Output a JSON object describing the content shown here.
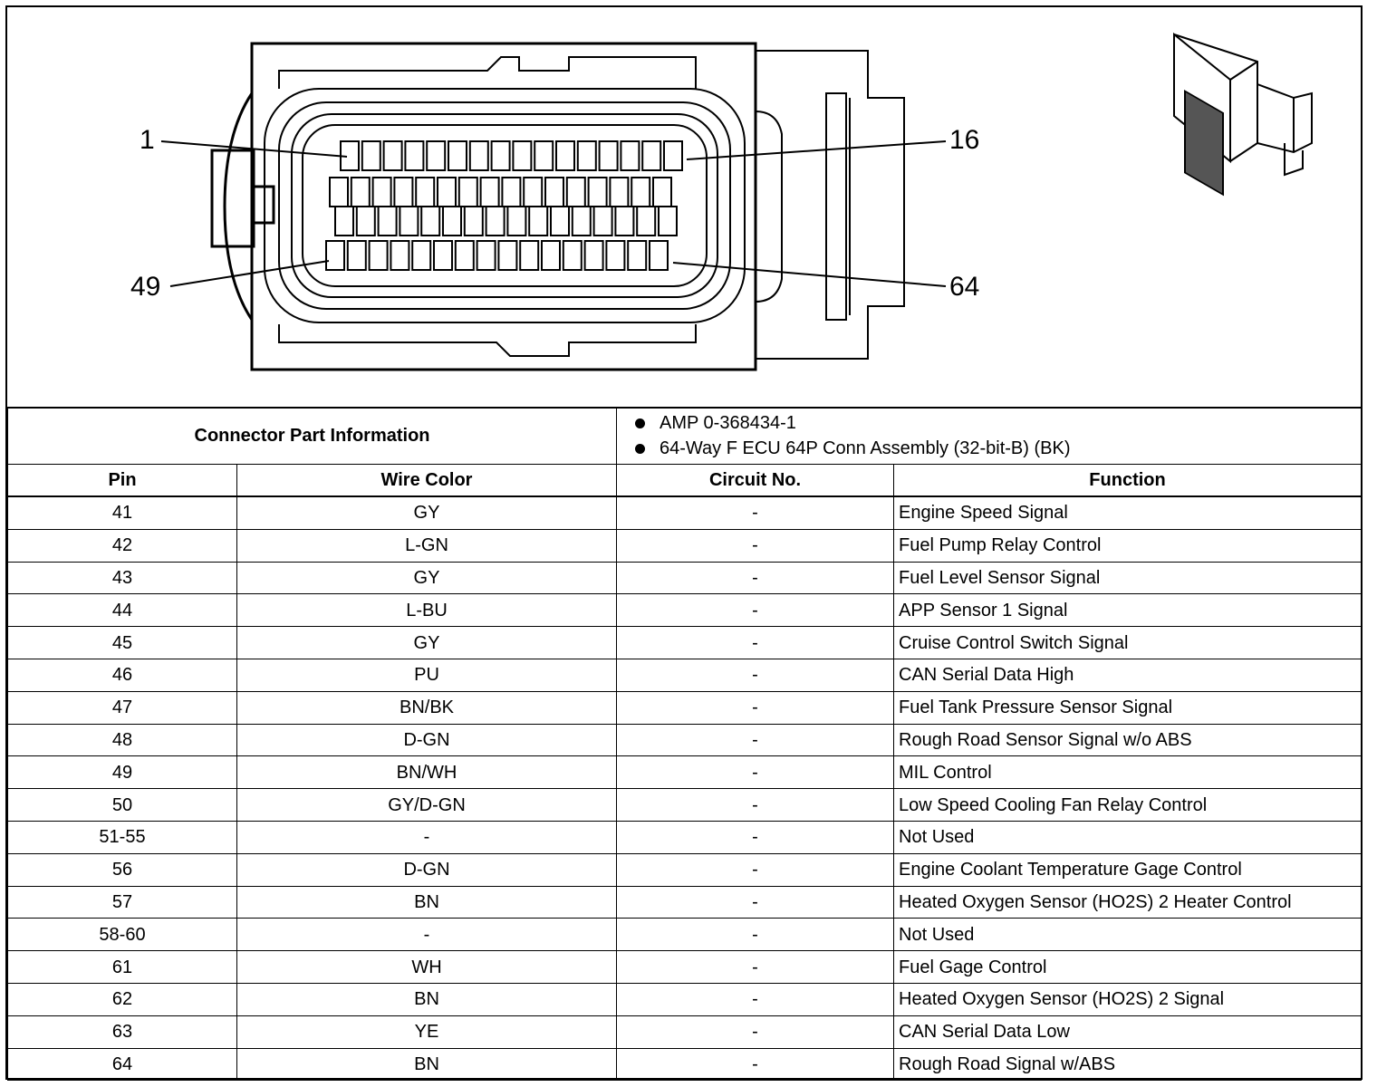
{
  "diagram": {
    "pin_labels": {
      "top_left": "1",
      "top_right": "16",
      "bottom_left": "49",
      "bottom_right": "64"
    }
  },
  "connector_info": {
    "title": "Connector Part Information",
    "items": [
      "AMP 0-368434-1",
      "64-Way F ECU 64P Conn Assembly (32-bit-B) (BK)"
    ]
  },
  "table": {
    "headers": [
      "Pin",
      "Wire Color",
      "Circuit No.",
      "Function"
    ],
    "rows": [
      {
        "pin": "41",
        "wire_color": "GY",
        "circuit": "-",
        "function": "Engine Speed Signal"
      },
      {
        "pin": "42",
        "wire_color": "L-GN",
        "circuit": "-",
        "function": "Fuel Pump Relay Control"
      },
      {
        "pin": "43",
        "wire_color": "GY",
        "circuit": "-",
        "function": "Fuel Level Sensor Signal"
      },
      {
        "pin": "44",
        "wire_color": "L-BU",
        "circuit": "-",
        "function": "APP Sensor 1 Signal"
      },
      {
        "pin": "45",
        "wire_color": "GY",
        "circuit": "-",
        "function": "Cruise Control Switch Signal"
      },
      {
        "pin": "46",
        "wire_color": "PU",
        "circuit": "-",
        "function": "CAN Serial Data High"
      },
      {
        "pin": "47",
        "wire_color": "BN/BK",
        "circuit": "-",
        "function": "Fuel Tank Pressure Sensor Signal"
      },
      {
        "pin": "48",
        "wire_color": "D-GN",
        "circuit": "-",
        "function": "Rough Road Sensor Signal w/o ABS"
      },
      {
        "pin": "49",
        "wire_color": "BN/WH",
        "circuit": "-",
        "function": "MIL Control"
      },
      {
        "pin": "50",
        "wire_color": "GY/D-GN",
        "circuit": "-",
        "function": "Low Speed Cooling Fan Relay Control"
      },
      {
        "pin": "51-55",
        "wire_color": "-",
        "circuit": "-",
        "function": "Not Used"
      },
      {
        "pin": "56",
        "wire_color": "D-GN",
        "circuit": "-",
        "function": "Engine Coolant Temperature Gage Control"
      },
      {
        "pin": "57",
        "wire_color": "BN",
        "circuit": "-",
        "function": "Heated Oxygen Sensor (HO2S) 2 Heater Control"
      },
      {
        "pin": "58-60",
        "wire_color": "-",
        "circuit": "-",
        "function": "Not Used"
      },
      {
        "pin": "61",
        "wire_color": "WH",
        "circuit": "-",
        "function": "Fuel Gage Control"
      },
      {
        "pin": "62",
        "wire_color": "BN",
        "circuit": "-",
        "function": "Heated Oxygen Sensor (HO2S) 2 Signal"
      },
      {
        "pin": "63",
        "wire_color": "YE",
        "circuit": "-",
        "function": "CAN Serial Data Low"
      },
      {
        "pin": "64",
        "wire_color": "BN",
        "circuit": "-",
        "function": "Rough Road Signal w/ABS"
      }
    ]
  }
}
